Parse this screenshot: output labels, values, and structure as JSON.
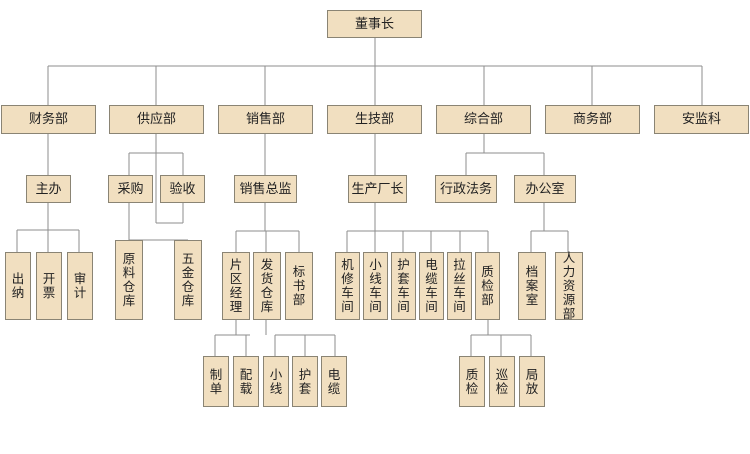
{
  "org": {
    "chairman": "董事长",
    "departments": {
      "finance": "财务部",
      "supply": "供应部",
      "sales": "销售部",
      "production": "生技部",
      "general": "综合部",
      "business": "商务部",
      "safety": "安监科"
    },
    "finance": {
      "head": "主办",
      "units": [
        "出纳",
        "开票",
        "审计"
      ]
    },
    "supply": {
      "purchase": "采购",
      "inspection": "验收",
      "warehouses": [
        "原料仓库",
        "五金仓库"
      ]
    },
    "sales": {
      "head": "销售总监",
      "units": [
        "片区经理",
        "发货仓库",
        "标书部"
      ],
      "manager_units": [
        "制单",
        "配载"
      ],
      "warehouse_units": [
        "小线",
        "护套",
        "电缆"
      ]
    },
    "production": {
      "head": "生产厂长",
      "units": [
        "机修车间",
        "小线车间",
        "护套车间",
        "电缆车间",
        "拉丝车间",
        "质检部"
      ],
      "quality_units": [
        "质检",
        "巡检",
        "局放"
      ]
    },
    "general": {
      "legal": "行政法务",
      "office": "办公室",
      "office_units": [
        "档案室",
        "人力资源部"
      ]
    }
  }
}
